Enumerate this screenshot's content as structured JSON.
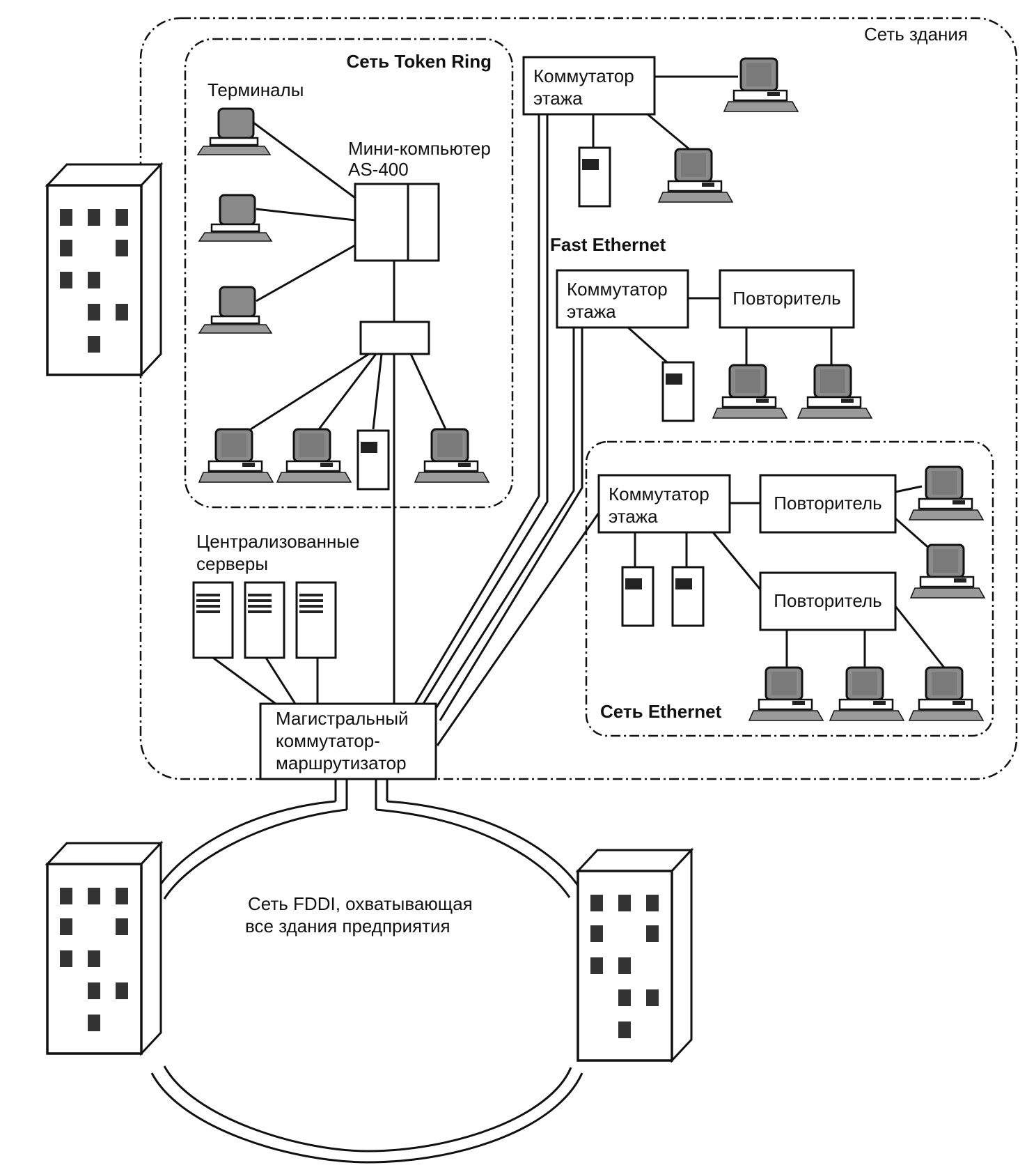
{
  "zones": {
    "building_net": "Сеть здания",
    "token_ring": "Сеть Token Ring",
    "fast_ethernet": "Fast Ethernet",
    "ethernet": "Сеть Ethernet"
  },
  "labels": {
    "terminals": "Терминалы",
    "minicomputer": [
      "Мини-компьютер",
      "AS-400"
    ],
    "central_servers": [
      "Централизованные",
      "серверы"
    ],
    "floor_switch": [
      "Коммутатор",
      "этажа"
    ],
    "repeater": "Повторитель",
    "backbone": [
      "Магистральный",
      "коммутатор-",
      "маршрутизатор"
    ],
    "fddi": [
      "Сеть FDDI, охватывающая",
      "все здания предприятия"
    ]
  },
  "colors": {
    "ink": "#111111",
    "screen": "#8a8a8a",
    "background": "#ffffff"
  },
  "icons": [
    "workstation-icon",
    "terminal-icon",
    "server-icon",
    "building-icon"
  ]
}
